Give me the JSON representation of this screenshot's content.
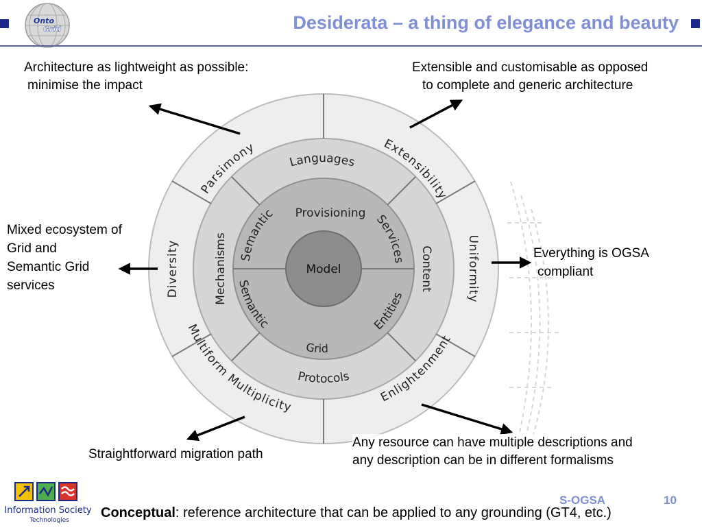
{
  "header": {
    "title": "Desiderata – a thing of elegance and beauty",
    "logo_text_1": "Onto",
    "logo_text_2": "Grid"
  },
  "annotations": {
    "parsimony_note_1": "Architecture as lightweight as possible:",
    "parsimony_note_2": "minimise the impact",
    "extensibility_note_1": "Extensible and customisable as opposed",
    "extensibility_note_2": "to complete and generic architecture",
    "diversity_note_1": "Mixed ecosystem of",
    "diversity_note_2": "Grid and",
    "diversity_note_3": "Semantic Grid",
    "diversity_note_4": "services",
    "uniformity_note_1": "Everything is OGSA",
    "uniformity_note_2": "compliant",
    "enlightenment_note": "Straightforward migration path",
    "multiplicity_note_1": "Any resource can have multiple descriptions and",
    "multiplicity_note_2": "any description can be in different formalisms"
  },
  "diagram": {
    "outer_ring": [
      "Parsimony",
      "Extensibility",
      "Uniformity",
      "Multiform  Multiplicity",
      "Enlightenment",
      "Diversity"
    ],
    "middle_ring": [
      "Languages",
      "Content",
      "Protocols",
      "Mechanisms"
    ],
    "inner_ring": [
      "Provisioning",
      "Services",
      "Semantic",
      "Grid",
      "Entities",
      "Semantic"
    ],
    "center": "Model"
  },
  "footer": {
    "eu_logo_text_1": "Information Society",
    "eu_logo_text_2": "Technologies",
    "label": "S-OGSA",
    "page": "10",
    "conceptual_bold": "Conceptual",
    "conceptual_rest": ": reference architecture that can be applied to any grounding (GT4, etc.)"
  },
  "colors": {
    "title": "#7f8fd3",
    "outer_ring": "#eeeeee",
    "middle_ring": "#d6d6d6",
    "inner_ring": "#b8b8b8",
    "center": "#8c8c8c"
  }
}
